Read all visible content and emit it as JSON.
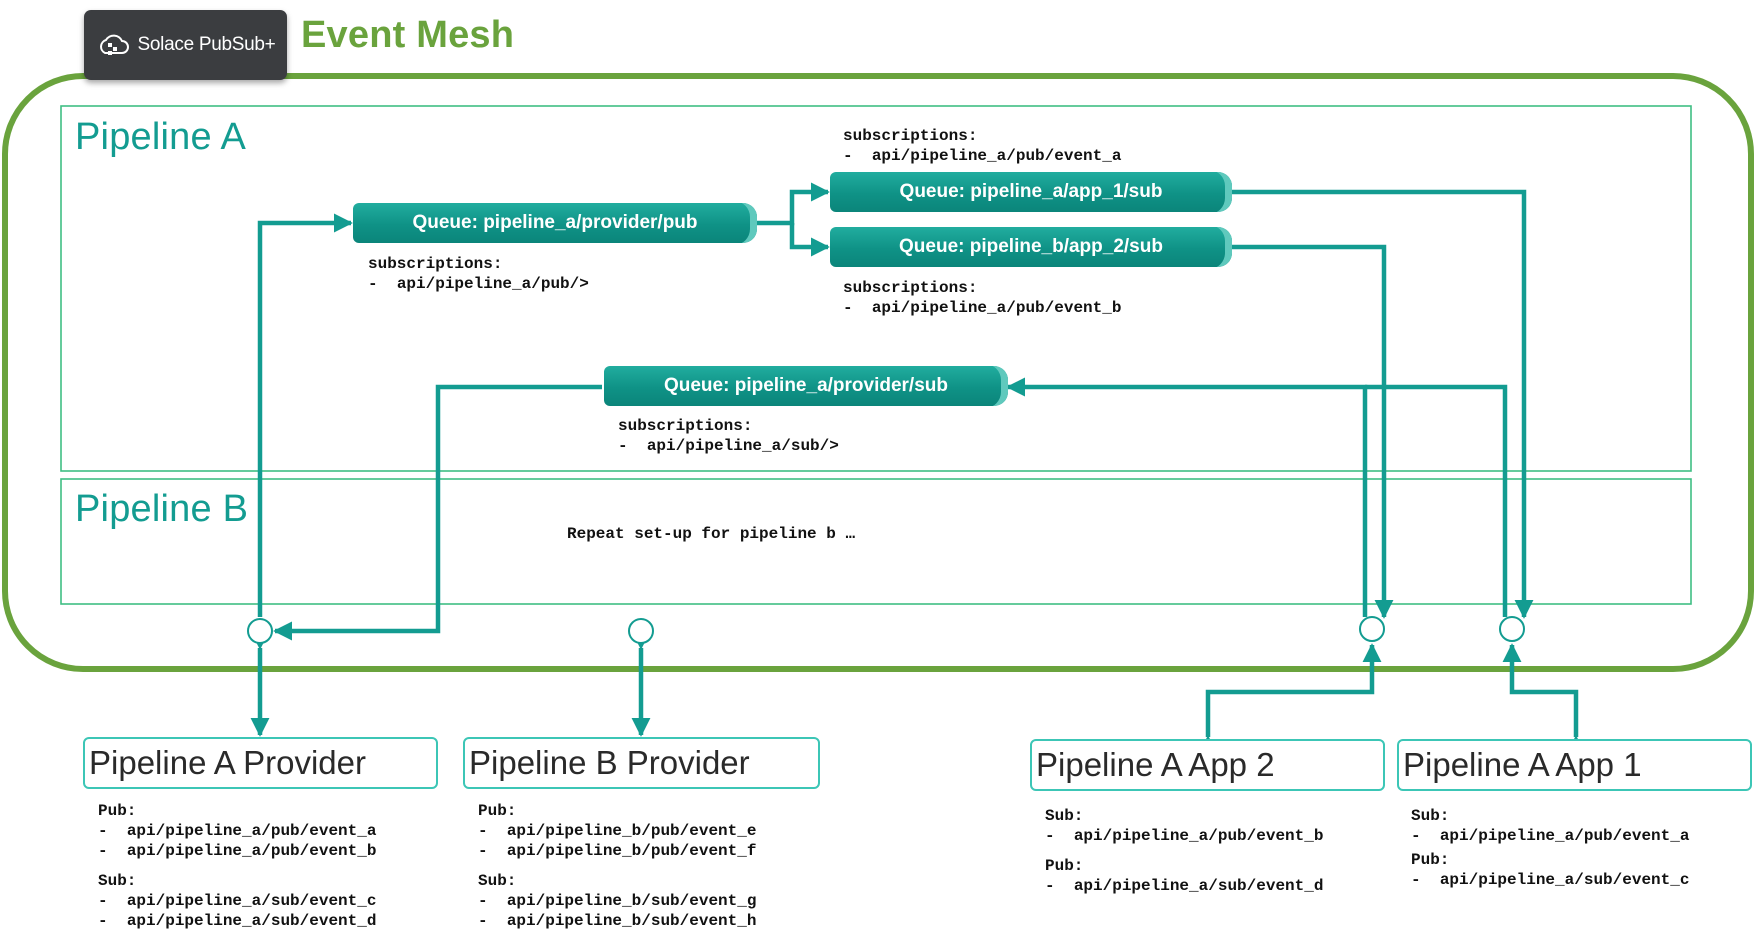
{
  "logo": {
    "text": "Solace PubSub+",
    "icon": "solace-cloud-icon"
  },
  "mesh_title": "Event Mesh",
  "colors": {
    "mesh_green": "#6aa33d",
    "teal": "#139c91",
    "box_border": "#3cc6b6"
  },
  "pipelines": [
    {
      "title": "Pipeline A"
    },
    {
      "title": "Pipeline B",
      "note": "Repeat set-up for pipeline b …"
    }
  ],
  "queues": {
    "provider_pub": {
      "label": "Queue: pipeline_a/provider/pub",
      "subs_header": "subscriptions:",
      "subs": [
        "api/pipeline_a/pub/>"
      ]
    },
    "app1_sub": {
      "label": "Queue: pipeline_a/app_1/sub",
      "subs_header": "subscriptions:",
      "subs": [
        "api/pipeline_a/pub/event_a"
      ]
    },
    "app2_sub": {
      "label": "Queue: pipeline_b/app_2/sub",
      "subs_header": "subscriptions:",
      "subs": [
        "api/pipeline_a/pub/event_b"
      ]
    },
    "provider_sub": {
      "label": "Queue: pipeline_a/provider/sub",
      "subs_header": "subscriptions:",
      "subs": [
        "api/pipeline_a/sub/>"
      ]
    }
  },
  "clients": [
    {
      "name": "Pipeline A Provider",
      "pub_header": "Pub:",
      "pub": [
        "api/pipeline_a/pub/event_a",
        "api/pipeline_a/pub/event_b"
      ],
      "sub_header": "Sub:",
      "sub": [
        "api/pipeline_a/sub/event_c",
        "api/pipeline_a/sub/event_d"
      ]
    },
    {
      "name": "Pipeline B Provider",
      "pub_header": "Pub:",
      "pub": [
        "api/pipeline_b/pub/event_e",
        "api/pipeline_b/pub/event_f"
      ],
      "sub_header": "Sub:",
      "sub": [
        "api/pipeline_b/sub/event_g",
        "api/pipeline_b/sub/event_h"
      ]
    },
    {
      "name": "Pipeline A App 2",
      "sub_header": "Sub:",
      "sub": [
        "api/pipeline_a/pub/event_b"
      ],
      "pub_header": "Pub:",
      "pub": [
        "api/pipeline_a/sub/event_d"
      ]
    },
    {
      "name": "Pipeline A App 1",
      "sub_header": "Sub:",
      "sub": [
        "api/pipeline_a/pub/event_a"
      ],
      "pub_header": "Pub:",
      "pub": [
        "api/pipeline_a/sub/event_c"
      ]
    }
  ]
}
